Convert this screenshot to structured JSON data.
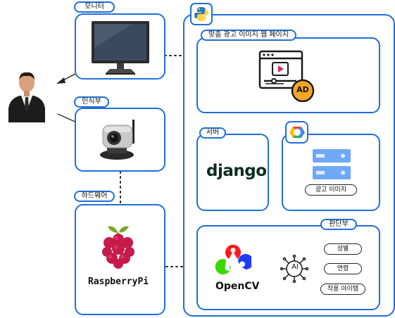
{
  "labels": {
    "monitor": "모니터",
    "recognition": "인식부",
    "hardware": "하드웨어",
    "custom_ad_page": "맞춤 광고 이미지 웹 페이지",
    "server": "서버",
    "ad_image": "광고 이미지",
    "judgment": "판단부",
    "gender": "성별",
    "age": "연령",
    "worn_items": "착용 아이템"
  },
  "logos": {
    "django": "django",
    "opencv": "OpenCV",
    "raspberry": "RaspberryPi",
    "ad_badge": "AD",
    "ai_badge": "AI"
  },
  "icons": [
    "person-icon",
    "monitor-icon",
    "camera-icon",
    "python-icon",
    "gcp-icon",
    "ad-video-icon",
    "storage-icon",
    "ai-chip-icon",
    "raspberry-pi-icon",
    "opencv-icon"
  ],
  "colors": {
    "frame_blue": "#1f6fd6",
    "raspberry_red": "#c51a4a",
    "raspberry_green": "#75a928",
    "ad_orange": "#f5a623",
    "storage_blue": "#6ea8f7"
  }
}
